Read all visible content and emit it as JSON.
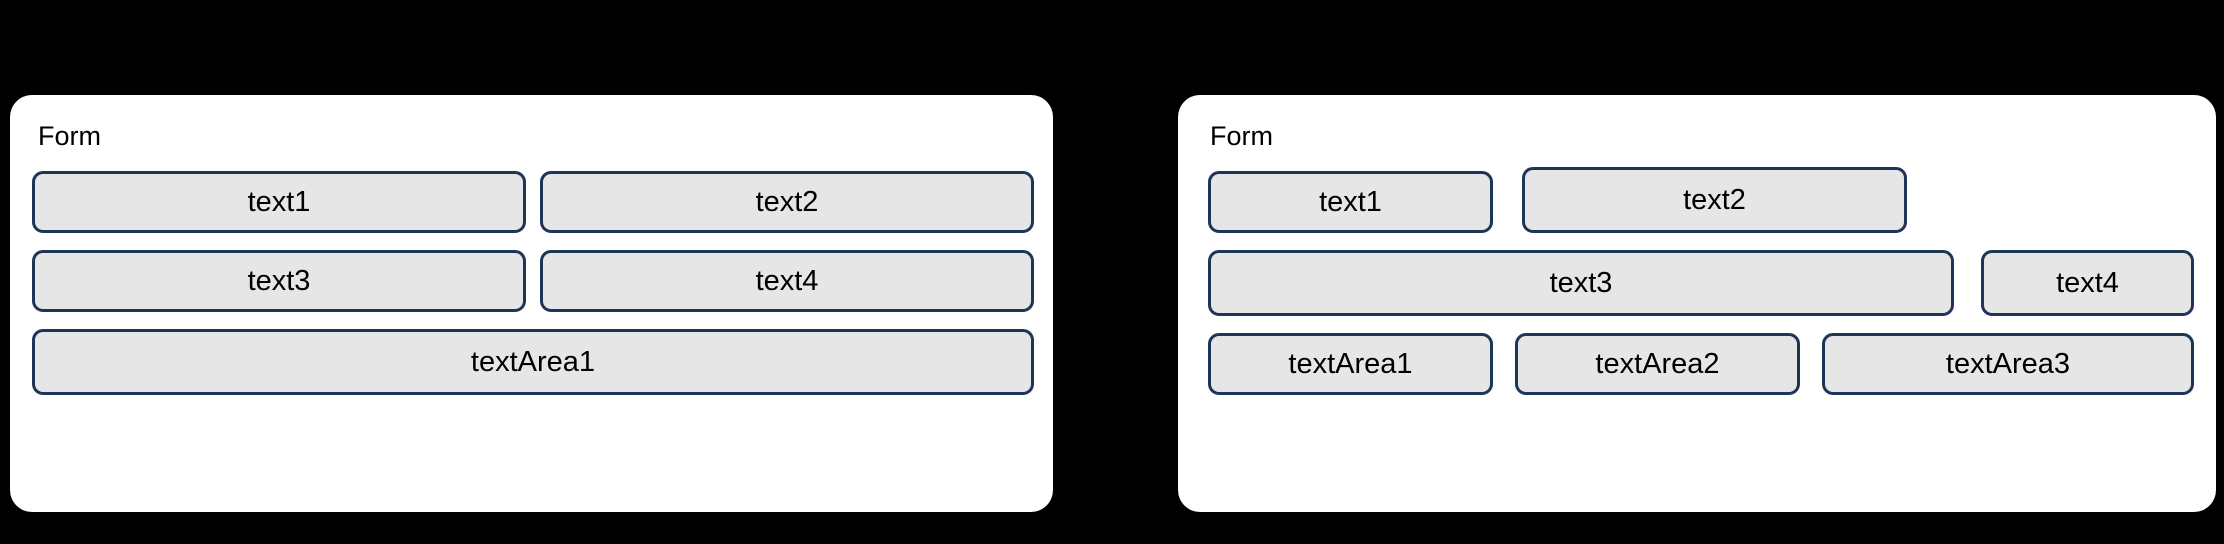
{
  "background_color": "#000000",
  "palette": {
    "card_background": "#ffffff",
    "field_background": "#e6e6e6",
    "field_border": "#1f3557",
    "text_color": "#000000",
    "shadow_color": "#808080"
  },
  "panels": [
    {
      "id": "left",
      "legend": "Form",
      "fields": [
        {
          "name": "text1",
          "label": "text1"
        },
        {
          "name": "text2",
          "label": "text2"
        },
        {
          "name": "text3",
          "label": "text3"
        },
        {
          "name": "text4",
          "label": "text4"
        },
        {
          "name": "textArea1",
          "label": "textArea1"
        }
      ]
    },
    {
      "id": "right",
      "legend": "Form",
      "fields": [
        {
          "name": "text1",
          "label": "text1"
        },
        {
          "name": "text2",
          "label": "text2"
        },
        {
          "name": "text3",
          "label": "text3"
        },
        {
          "name": "text4",
          "label": "text4"
        },
        {
          "name": "textArea1",
          "label": "textArea1"
        },
        {
          "name": "textArea2",
          "label": "textArea2"
        },
        {
          "name": "textArea3",
          "label": "textArea3"
        }
      ]
    }
  ]
}
